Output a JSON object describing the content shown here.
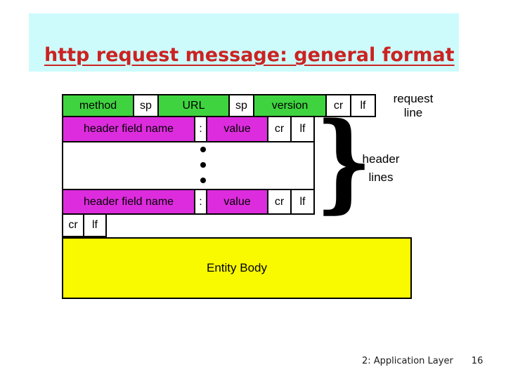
{
  "title": "http request message: general format",
  "diagram": {
    "request_line": {
      "method": "method",
      "sp1": "sp",
      "url": "URL",
      "sp2": "sp",
      "version": "version",
      "cr": "cr",
      "lf": "lf",
      "label_line1": "request",
      "label_line2": "line"
    },
    "header_row_top": {
      "name": "header field name",
      "colon": ":",
      "value": "value",
      "cr": "cr",
      "lf": "lf"
    },
    "header_row_bottom": {
      "name": "header field name",
      "colon": ":",
      "value": "value",
      "cr": "cr",
      "lf": "lf"
    },
    "crlf_row": {
      "cr": "cr",
      "lf": "lf"
    },
    "brace": "}",
    "header_lines_label_line1": "header",
    "header_lines_label_line2": "lines",
    "entity_body": "Entity Body"
  },
  "footer": {
    "section": "2: Application Layer",
    "page": "16"
  },
  "colors": {
    "title_text": "#cc2222",
    "title_band": "#cdfbfc",
    "request_line_cell": "#3fd43f",
    "header_cell": "#dd2cdd",
    "entity_body_fill": "#f9f900",
    "border": "#000000"
  }
}
